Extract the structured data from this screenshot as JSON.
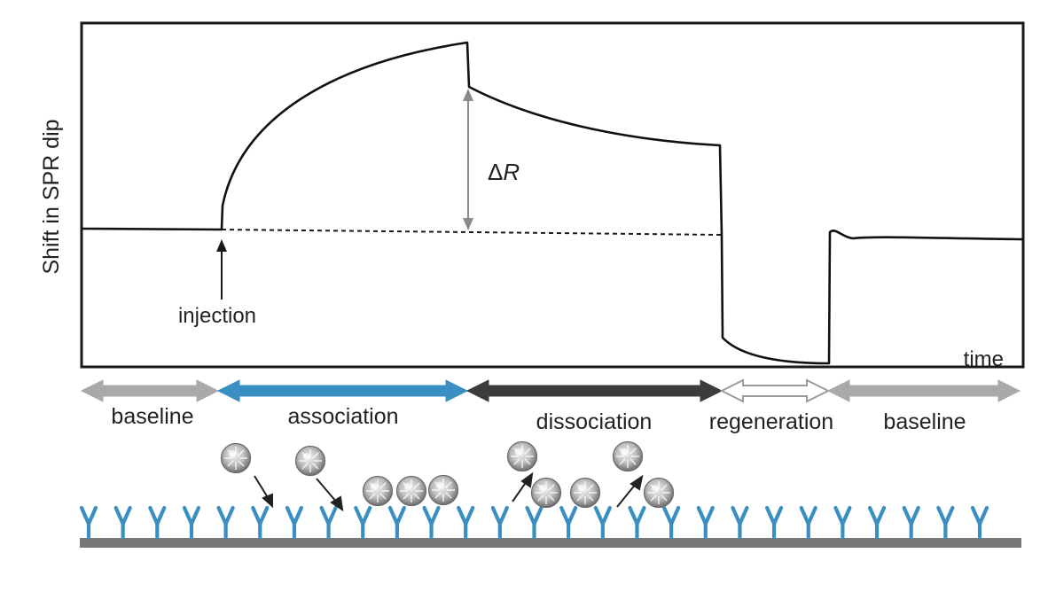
{
  "labels": {
    "y_axis": "Shift in SPR dip",
    "x_axis": "time",
    "injection": "injection",
    "delta_r_symbol": "Δ",
    "delta_r_letter": "R"
  },
  "phases": [
    {
      "key": "baseline-1",
      "label": "baseline",
      "color": "#a9a9a9",
      "hollow": false
    },
    {
      "key": "association",
      "label": "association",
      "color": "#3a8fc2",
      "hollow": false
    },
    {
      "key": "dissociation",
      "label": "dissociation",
      "color": "#3c3c3c",
      "hollow": false
    },
    {
      "key": "regeneration",
      "label": "regeneration",
      "color": "#9a9a9a",
      "hollow": true
    },
    {
      "key": "baseline-2",
      "label": "baseline",
      "color": "#a9a9a9",
      "hollow": false
    }
  ],
  "colors": {
    "antibody": "#3a8fc2",
    "surface": "#777777",
    "curve": "#111111",
    "arrow_gray": "#8a8a8a",
    "molecule": "#8c8c8c"
  },
  "antibody_count": 27,
  "icons": {
    "antibody": "y-shaped-antibody-icon",
    "analyte": "analyte-molecule-icon"
  }
}
